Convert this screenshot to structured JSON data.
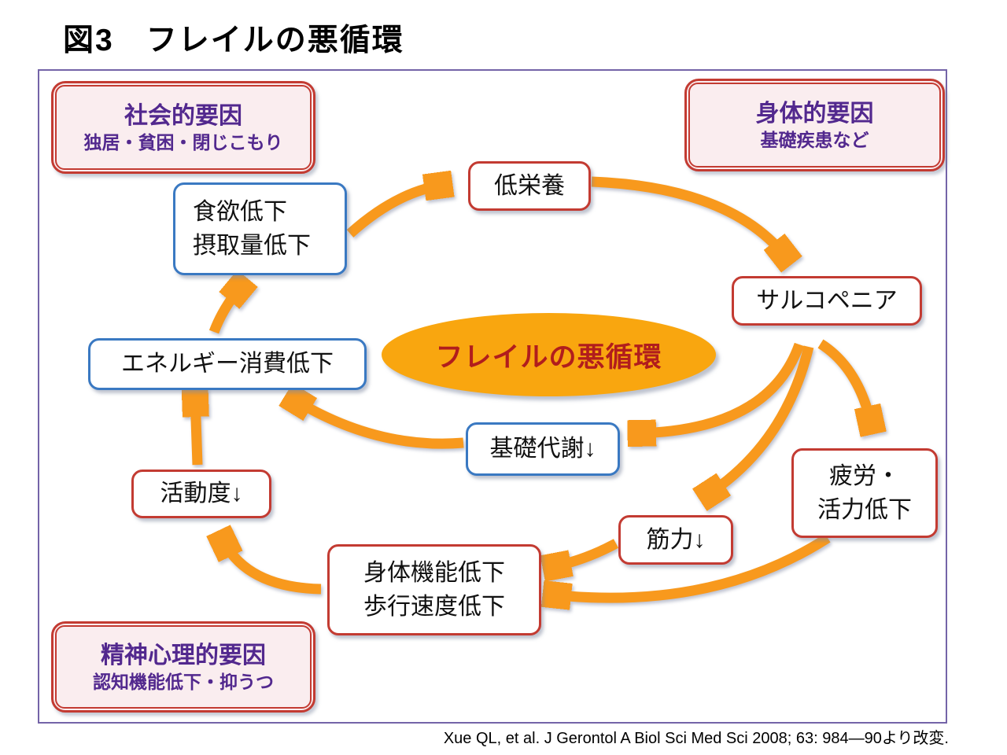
{
  "title": "図3　フレイルの悪循環",
  "factors": [
    {
      "heading": "社会的要因",
      "detail": "独居・貧困・閉じこもり"
    },
    {
      "heading": "身体的要因",
      "detail": "基礎疾患など"
    },
    {
      "heading": "精神心理的要因",
      "detail": "認知機能低下・抑うつ"
    }
  ],
  "center_ellipse": {
    "label": "フレイルの悪循環"
  },
  "nodes": {
    "low_nutrition": {
      "lines": [
        "低栄養"
      ]
    },
    "appetite": {
      "lines": [
        "食欲低下",
        "摂取量低下"
      ]
    },
    "sarcopenia": {
      "lines": [
        "サルコペニア"
      ]
    },
    "energy": {
      "lines": [
        "エネルギー消費低下"
      ]
    },
    "metabolism": {
      "lines": [
        "基礎代謝↓"
      ]
    },
    "activity": {
      "lines": [
        "活動度↓"
      ]
    },
    "fatigue": {
      "lines": [
        "疲労・",
        "活力低下"
      ]
    },
    "muscle": {
      "lines": [
        "筋力↓"
      ]
    },
    "function": {
      "lines": [
        "身体機能低下",
        "歩行速度低下"
      ]
    }
  },
  "citation": "Xue QL, et al. J Gerontol A Biol Sci Med Sci 2008; 63: 984—90より改変.",
  "colors": {
    "red_border": "#C33B32",
    "blue_border": "#3A79C2",
    "purple_text": "#52288E",
    "frame_purple": "#7464A8",
    "factor_bg": "#FAEDEF",
    "arrow_orange": "#F8991D",
    "ellipse_fill": "#F9A60F",
    "ellipse_text": "#B11D1D",
    "node_text": "#111111"
  }
}
